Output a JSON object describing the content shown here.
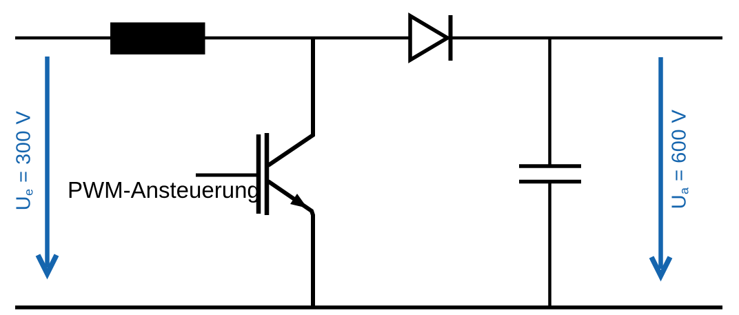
{
  "diagram": {
    "kind": "circuit-schematic",
    "background": "#ffffff",
    "wire_color": "#000000",
    "annotation_color": "#1565AE",
    "labels": {
      "input_voltage": {
        "symbol": "U",
        "subscript": "e",
        "value": " = 300 V"
      },
      "output_voltage": {
        "symbol": "U",
        "subscript": "a",
        "value": " = 600 V"
      },
      "pwm": "PWM-Ansteuerung"
    },
    "components": [
      "inductor",
      "igbt-transistor",
      "diode",
      "capacitor",
      "input-voltage-arrow",
      "output-voltage-arrow"
    ]
  }
}
